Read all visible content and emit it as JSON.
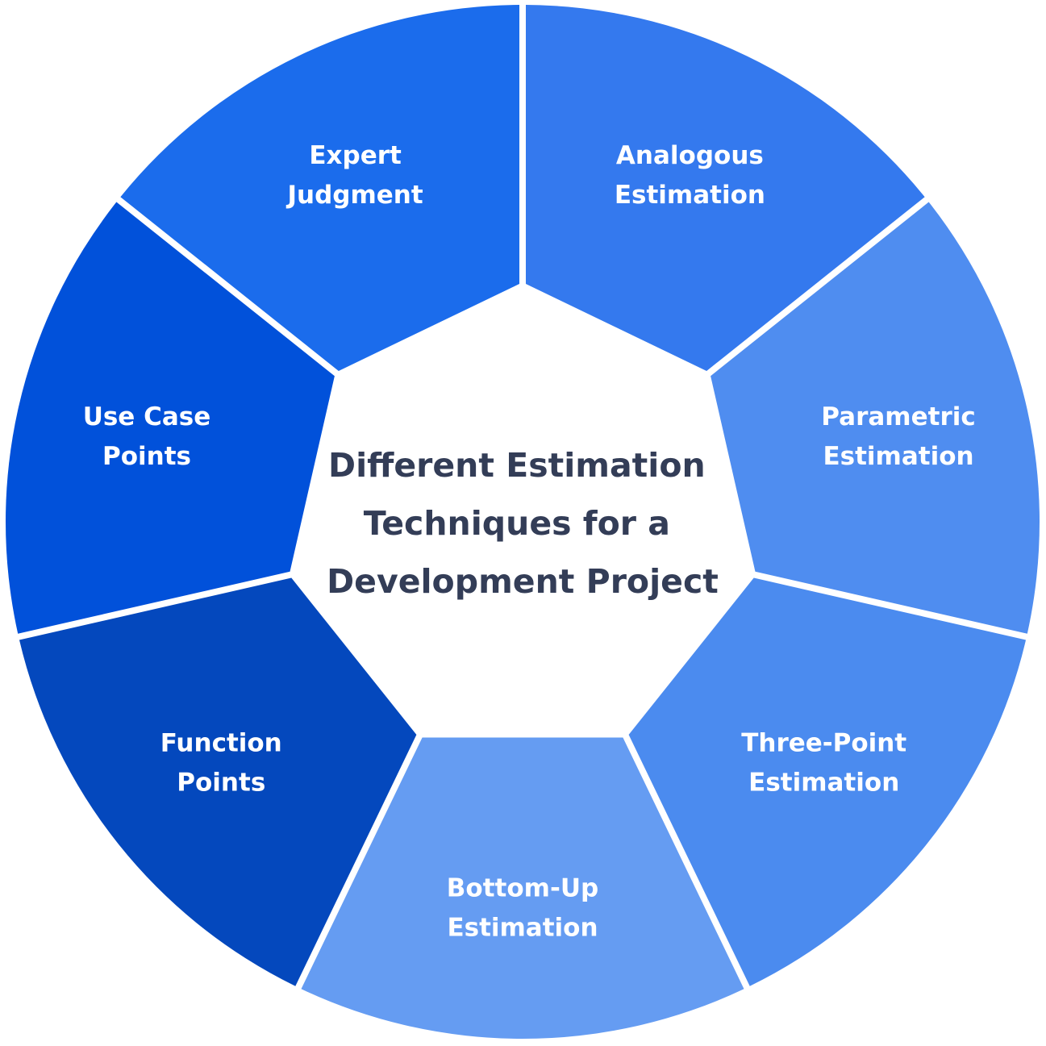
{
  "center": {
    "title_lines": [
      "Different Estimation",
      "Techniques for a",
      "Development Project"
    ],
    "color": "#333d57"
  },
  "segments": [
    {
      "id": "analogous",
      "lines": [
        "Analogous",
        "Estimation"
      ],
      "color": "#3479ee"
    },
    {
      "id": "parametric",
      "lines": [
        "Parametric",
        "Estimation"
      ],
      "color": "#4f8df0"
    },
    {
      "id": "three-point",
      "lines": [
        "Three-Point",
        "Estimation"
      ],
      "color": "#4b8bef"
    },
    {
      "id": "bottom-up",
      "lines": [
        "Bottom-Up",
        "Estimation"
      ],
      "color": "#659cf2"
    },
    {
      "id": "function",
      "lines": [
        "Function",
        "Points"
      ],
      "color": "#0448bd"
    },
    {
      "id": "use-case",
      "lines": [
        "Use Case",
        "Points"
      ],
      "color": "#0151da"
    },
    {
      "id": "expert",
      "lines": [
        "Expert",
        "Judgment"
      ],
      "color": "#1b6cec"
    }
  ]
}
